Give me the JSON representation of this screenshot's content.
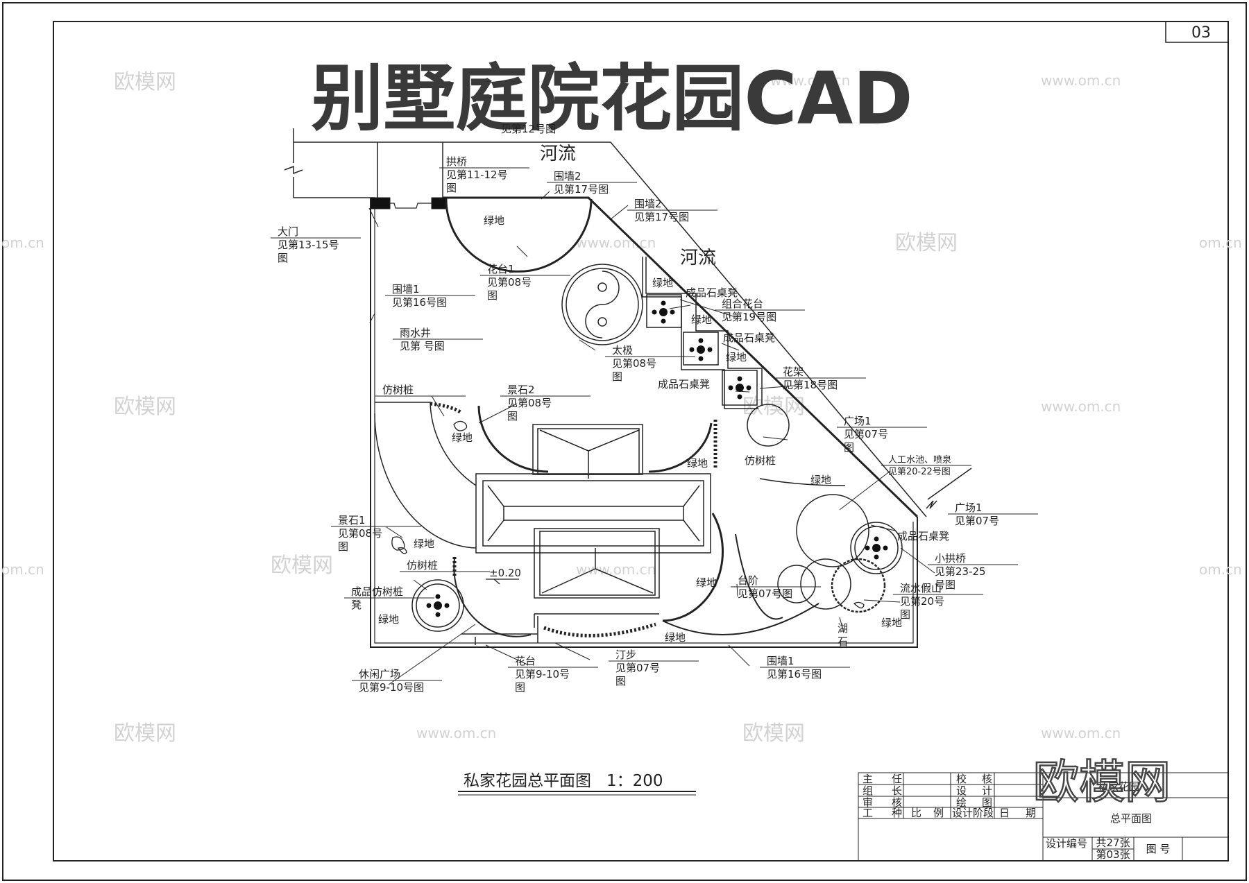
{
  "sheet_no": "03",
  "banner_title": "别墅庭院花园CAD",
  "drawing_title": "私家花园总平面图",
  "drawing_scale": "1：200",
  "elevation": "±0.20",
  "labels": [
    {
      "id": "river-top",
      "lines": [
        "河流"
      ]
    },
    {
      "id": "river-side",
      "lines": [
        "河流"
      ]
    },
    {
      "id": "arch-bridge-top",
      "lines": [
        "见第12号图"
      ]
    },
    {
      "id": "arch-bridge",
      "lines": [
        "拱桥",
        "见第11-12号",
        "图"
      ]
    },
    {
      "id": "wall2-top",
      "lines": [
        "围墙2",
        "见第17号图"
      ]
    },
    {
      "id": "wall2-right",
      "lines": [
        "围墙2",
        "见第17号图"
      ]
    },
    {
      "id": "gate",
      "lines": [
        "大门",
        "见第13-15号",
        "图"
      ]
    },
    {
      "id": "flowerbed1",
      "lines": [
        "花台1",
        "见第08号",
        "图"
      ]
    },
    {
      "id": "wall1-left",
      "lines": [
        "围墙1",
        "见第16号图"
      ]
    },
    {
      "id": "rain-well",
      "lines": [
        "雨水井",
        "见第    号图"
      ]
    },
    {
      "id": "taiji",
      "lines": [
        "太极",
        "见第08号",
        "图"
      ]
    },
    {
      "id": "stone-table-1",
      "lines": [
        "成品石桌凳"
      ]
    },
    {
      "id": "combo-bed",
      "lines": [
        "组合花台",
        "见第19号图"
      ]
    },
    {
      "id": "stone-table-2",
      "lines": [
        "成品石桌凳"
      ]
    },
    {
      "id": "pergola",
      "lines": [
        "花架",
        "见第18号图"
      ]
    },
    {
      "id": "stone-table-3",
      "lines": [
        "成品石桌凳"
      ]
    },
    {
      "id": "tree-stump-1",
      "lines": [
        "仿树桩"
      ]
    },
    {
      "id": "rock2",
      "lines": [
        "景石2",
        "见第08号",
        "图"
      ]
    },
    {
      "id": "plaza1-a",
      "lines": [
        "广场1",
        "见第07号",
        "图"
      ]
    },
    {
      "id": "pond",
      "lines": [
        "人工水池、喷泉",
        "见第20-22号图"
      ]
    },
    {
      "id": "tree-stump-2",
      "lines": [
        "仿树桩"
      ]
    },
    {
      "id": "plaza1-b",
      "lines": [
        "广场1",
        "见第07号"
      ]
    },
    {
      "id": "stone-table-4",
      "lines": [
        "成品石桌凳"
      ]
    },
    {
      "id": "small-bridge",
      "lines": [
        "小拱桥",
        "见第23-25",
        "号图"
      ]
    },
    {
      "id": "rock1",
      "lines": [
        "景石1",
        "见第08号",
        "图"
      ]
    },
    {
      "id": "tree-stump-3",
      "lines": [
        "仿树桩"
      ]
    },
    {
      "id": "stump-stool",
      "lines": [
        "成品仿树桩",
        "凳"
      ]
    },
    {
      "id": "steps",
      "lines": [
        "台阶",
        "见第07号图"
      ]
    },
    {
      "id": "waterfall",
      "lines": [
        "流水假山",
        "见第20号",
        "图"
      ]
    },
    {
      "id": "lake-stone",
      "lines": [
        "湖",
        "石"
      ]
    },
    {
      "id": "leisure-plaza",
      "lines": [
        "休闲广场",
        "见第9-10号图"
      ]
    },
    {
      "id": "flowerbed",
      "lines": [
        "花台",
        "见第9-10号",
        "图"
      ]
    },
    {
      "id": "stepping",
      "lines": [
        "汀步",
        "见第07号",
        "图"
      ]
    },
    {
      "id": "wall1-bottom",
      "lines": [
        "围墙1",
        "见第16号图"
      ]
    }
  ],
  "greenery_label": "绿地",
  "title_block": {
    "rows": [
      [
        "主",
        "任",
        "校",
        "核"
      ],
      [
        "组",
        "长",
        "设",
        "计"
      ],
      [
        "审",
        "核",
        "绘",
        "图"
      ]
    ],
    "row4": [
      "工",
      "种",
      "比",
      "例",
      "设计阶段",
      "日",
      "期"
    ],
    "project": "私家花园",
    "drawing_name": "总平面图",
    "design_no": "设计编号",
    "total": "共27张",
    "sheet": "第03张",
    "drawing_no": "图    号"
  },
  "watermarks": {
    "brand": "欧模网",
    "url": "www.om.cn",
    "url_edge": "om.cn"
  }
}
